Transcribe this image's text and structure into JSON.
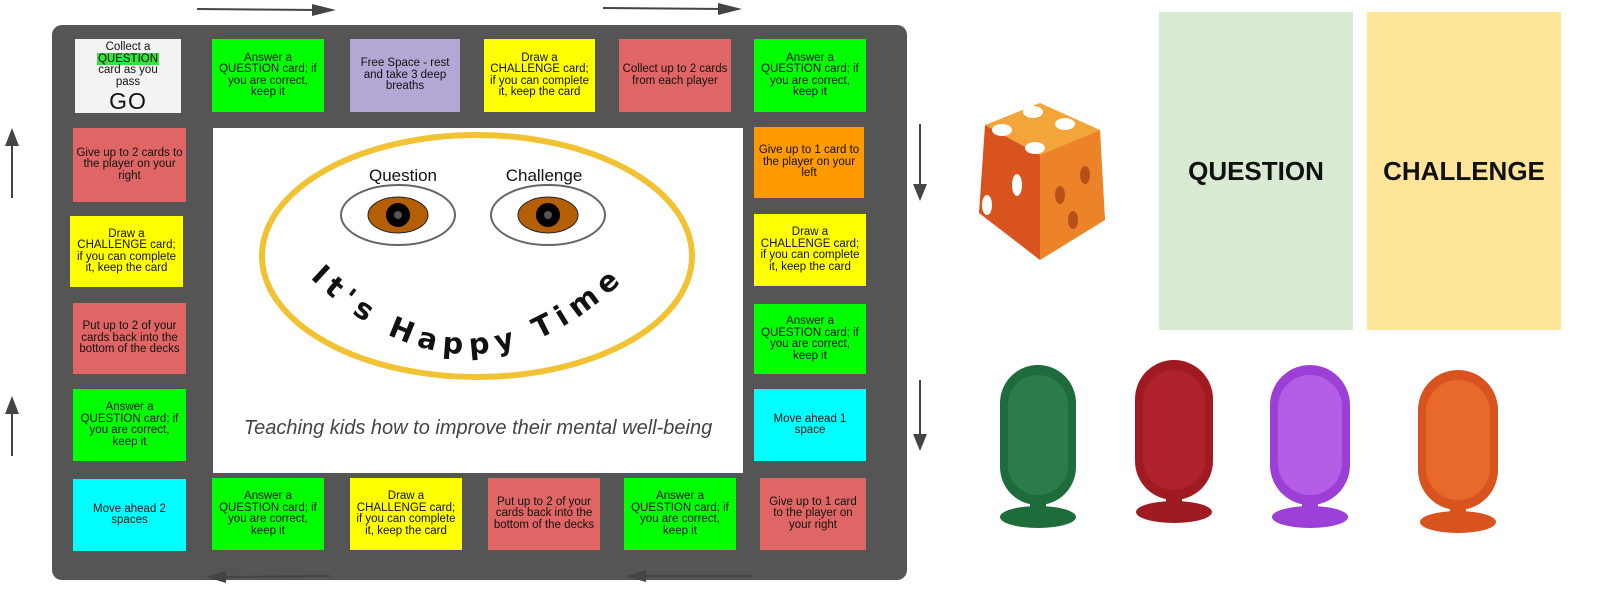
{
  "board": {
    "go": {
      "line1": "Collect a",
      "highlight": "QUESTION",
      "line2": "card as you",
      "line3": "pass",
      "go_word": "GO"
    },
    "squares": [
      {
        "text": "Answer a QUESTION card; if you are correct, keep it",
        "color": "#00ff00"
      },
      {
        "text": "Free Space - rest and take 3 deep breaths",
        "color": "#b4a7d6"
      },
      {
        "text": "Draw a CHALLENGE card; if you can complete it, keep the card",
        "color": "#ffff00"
      },
      {
        "text": "Collect up to 2 cards from each player",
        "color": "#e06666"
      },
      {
        "text": "Answer a QUESTION card; if you are correct, keep it",
        "color": "#00ff00"
      },
      {
        "text": "Give up to 1 card to the player on your left",
        "color": "#ff9900"
      },
      {
        "text": "Draw a CHALLENGE card; if you can complete it, keep the card",
        "color": "#ffff00"
      },
      {
        "text": "Answer a QUESTION card; if you are correct, keep it",
        "color": "#00ff00"
      },
      {
        "text": "Move ahead 1 space",
        "color": "#00ffff"
      },
      {
        "text": "Give up to 1 card to the player on your right",
        "color": "#e06666"
      },
      {
        "text": "Answer a QUESTION card; if you are correct, keep it",
        "color": "#00ff00"
      },
      {
        "text": "Put up to 2 of your cards back into the bottom of the decks",
        "color": "#e06666"
      },
      {
        "text": "Draw a CHALLENGE card; if you can complete it, keep the card",
        "color": "#ffff00"
      },
      {
        "text": "Answer a QUESTION card; if you are correct, keep it",
        "color": "#00ff00"
      },
      {
        "text": "Move ahead 2 spaces",
        "color": "#00ffff"
      },
      {
        "text": "Answer a QUESTION card; if you are correct, keep it",
        "color": "#00ff00"
      },
      {
        "text": "Put up to 2 of your cards back into the bottom of the decks",
        "color": "#e06666"
      },
      {
        "text": "Draw a CHALLENGE card; if you can complete it, keep the card",
        "color": "#ffff00"
      },
      {
        "text": "Give up to 2 cards to the player on your right",
        "color": "#e06666"
      }
    ],
    "center": {
      "eye_left_label": "Question",
      "eye_right_label": "Challenge",
      "smile_text": "It's Happy Time",
      "tagline": "Teaching kids how to improve their mental well-being"
    }
  },
  "decks": {
    "question": {
      "label": "QUESTION",
      "color": "#d9ead3"
    },
    "challenge": {
      "label": "CHALLENGE",
      "color": "#ffe599"
    }
  },
  "pawns": [
    {
      "name": "green-pawn",
      "color": "#1e6b3c"
    },
    {
      "name": "red-pawn",
      "color": "#a01a22"
    },
    {
      "name": "purple-pawn",
      "color": "#9b3fd6"
    },
    {
      "name": "orange-pawn",
      "color": "#d9531e"
    }
  ],
  "colors": {
    "frame": "#555555",
    "smile_ring": "#f1c232",
    "iris": "#b45f06"
  }
}
